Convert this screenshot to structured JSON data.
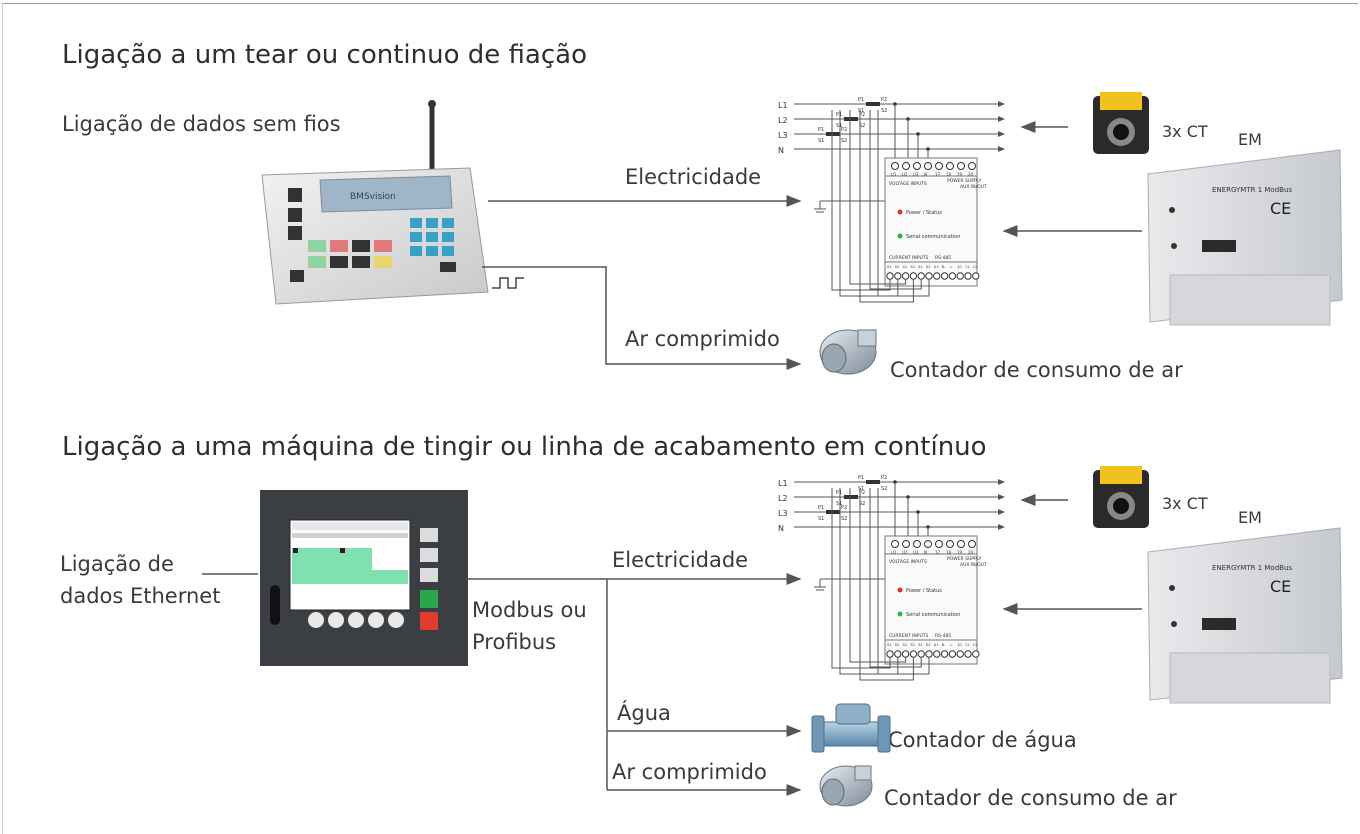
{
  "sections": [
    {
      "title": "Ligação a um tear ou continuo de fiação",
      "device_label": "Ligação de dados sem fios",
      "electricity_label": "Electricidade",
      "air_label": "Ar comprimido",
      "air_meter_label": "Contador de consumo de ar",
      "ct_label": "3x CT",
      "em_label": "EM"
    },
    {
      "title": "Ligação a uma máquina de tingir ou linha de acabamento em contínuo",
      "device_label_line1": "Ligação de",
      "device_label_line2": "dados Ethernet",
      "bus_label_line1": "Modbus ou",
      "bus_label_line2": "Profibus",
      "electricity_label": "Electricidade",
      "water_label": "Água",
      "water_meter_label": "Contador de água",
      "air_label": "Ar comprimido",
      "air_meter_label": "Contador de consumo de ar",
      "ct_label": "3x CT",
      "em_label": "EM"
    }
  ],
  "wiring": {
    "phases": [
      "L1",
      "L2",
      "L3",
      "N"
    ],
    "voltage_inputs": "VOLTAGE INPUTS",
    "power_supply": "POWER SUPPLY",
    "aux_inout": "AUX IN/OUT",
    "power_status": "Power / Status",
    "serial_comm": "Serial communication",
    "current_inputs": "CURRENT INPUTS",
    "rs485": "RS-485",
    "top_terminals": [
      "U1",
      "U2",
      "U3",
      "N",
      "17",
      "18",
      "19",
      "20"
    ],
    "bottom_terminals": [
      "S1",
      "S2",
      "S1",
      "S2",
      "S1",
      "S2",
      "A+",
      "B-",
      "⊥",
      "10",
      "11",
      "12"
    ]
  },
  "colors": {
    "line": "#555555",
    "heading": "#2e2e2e",
    "led_red": "#e0302a",
    "led_green": "#2db34a",
    "keypad_green": "#8fd3a0",
    "keypad_blue": "#3aa0c8",
    "hmi_screen": "#7fe0b0"
  },
  "icons": {
    "wireless_terminal": "bms-terminal-icon",
    "hmi_panel": "hmi-panel-icon",
    "current_transformer": "ct-icon",
    "energy_meter": "energy-meter-icon",
    "air_meter": "air-meter-icon",
    "water_meter": "water-meter-icon",
    "pulse_signal": "pulse-icon"
  }
}
